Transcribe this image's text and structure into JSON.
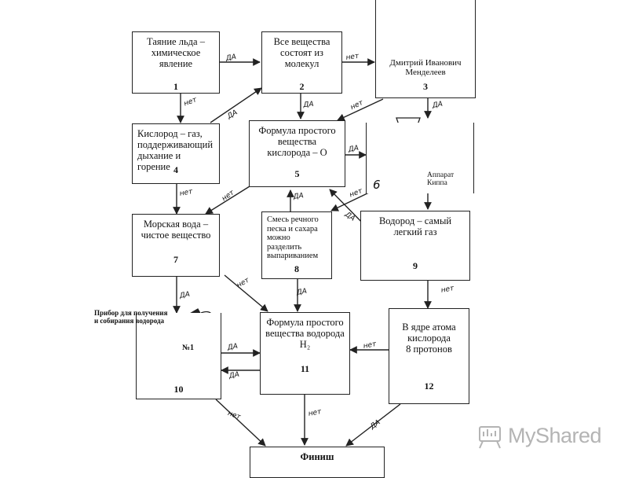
{
  "boxes": [
    {
      "id": "b1",
      "lines": [
        "Таяние льда –",
        "химическое",
        "явление"
      ],
      "num": "1"
    },
    {
      "id": "b2",
      "lines": [
        "Все вещества",
        "состоят из",
        "молекул"
      ],
      "num": "2"
    },
    {
      "id": "b3",
      "lines": [
        "Дмитрий Иванович",
        "Менделеев"
      ],
      "num": "3"
    },
    {
      "id": "b4",
      "lines": [
        "Кислород – газ,",
        "поддерживающий",
        "дыхание и горение"
      ],
      "num": "4"
    },
    {
      "id": "b5",
      "lines": [
        "Формула простого",
        "вещества",
        "кислорода – О"
      ],
      "num": "5"
    },
    {
      "id": "b6",
      "lines": [
        "Аппарат Киппа"
      ],
      "num": "6"
    },
    {
      "id": "b7",
      "lines": [
        "Морская вода –",
        "чистое вещество"
      ],
      "num": "7"
    },
    {
      "id": "b8",
      "lines": [
        "Смесь речного",
        "песка и сахара",
        "можно",
        "разделить",
        "выпариванием"
      ],
      "num": "8"
    },
    {
      "id": "b9",
      "lines": [
        "Водород – самый",
        "легкий газ"
      ],
      "num": "9"
    },
    {
      "id": "b10",
      "lines": [
        "Прибор для получения",
        "и собирания водорода",
        "№1"
      ],
      "num": "10"
    },
    {
      "id": "b11",
      "lines": [
        "Формула простого",
        "вещества водорода",
        "H₂"
      ],
      "num": "11"
    },
    {
      "id": "b12",
      "lines": [
        "В ядре атома",
        "кислорода",
        "8 протонов"
      ],
      "num": "12"
    },
    {
      "id": "finish",
      "lines": [
        "Финиш"
      ],
      "num": ""
    }
  ],
  "edge_labels": {
    "yes": "ДА",
    "no": "нет"
  },
  "logo": {
    "text": "MyShared"
  },
  "colors": {
    "line": "#222222",
    "logo": "#b4b4b4"
  }
}
